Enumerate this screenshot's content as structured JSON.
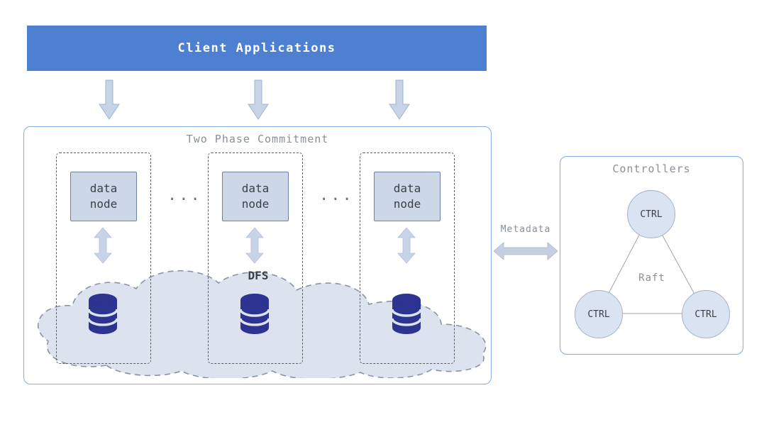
{
  "diagram": {
    "banner": {
      "title": "Client Applications"
    },
    "two_phase": {
      "title": "Two Phase Commitment",
      "dfs_label": "DFS",
      "dots": "...",
      "nodes": [
        {
          "label": "data\nnode"
        },
        {
          "label": "data\nnode"
        },
        {
          "label": "data\nnode"
        }
      ]
    },
    "metadata": {
      "label": "Metadata"
    },
    "controllers": {
      "title": "Controllers",
      "raft_label": "Raft",
      "nodes": [
        {
          "label": "CTRL"
        },
        {
          "label": "CTRL"
        },
        {
          "label": "CTRL"
        }
      ]
    },
    "colors": {
      "banner_bg": "#4d80d0",
      "banner_text": "#ffffff",
      "arrow_fill": "#c7d3e6",
      "arrow_border": "#9fb3d1",
      "node_box_fill": "#ccd7e8",
      "node_box_border": "#6b7fa8",
      "cloud_fill": "#dce3ef",
      "cloud_border": "#8b93a3",
      "database_icon": "#2c3390",
      "ctrl_circle_fill": "#dae3f1",
      "outer_box_border": "#85aede",
      "label_text": "#8a8f99",
      "dark_text": "#3b3f46"
    }
  }
}
